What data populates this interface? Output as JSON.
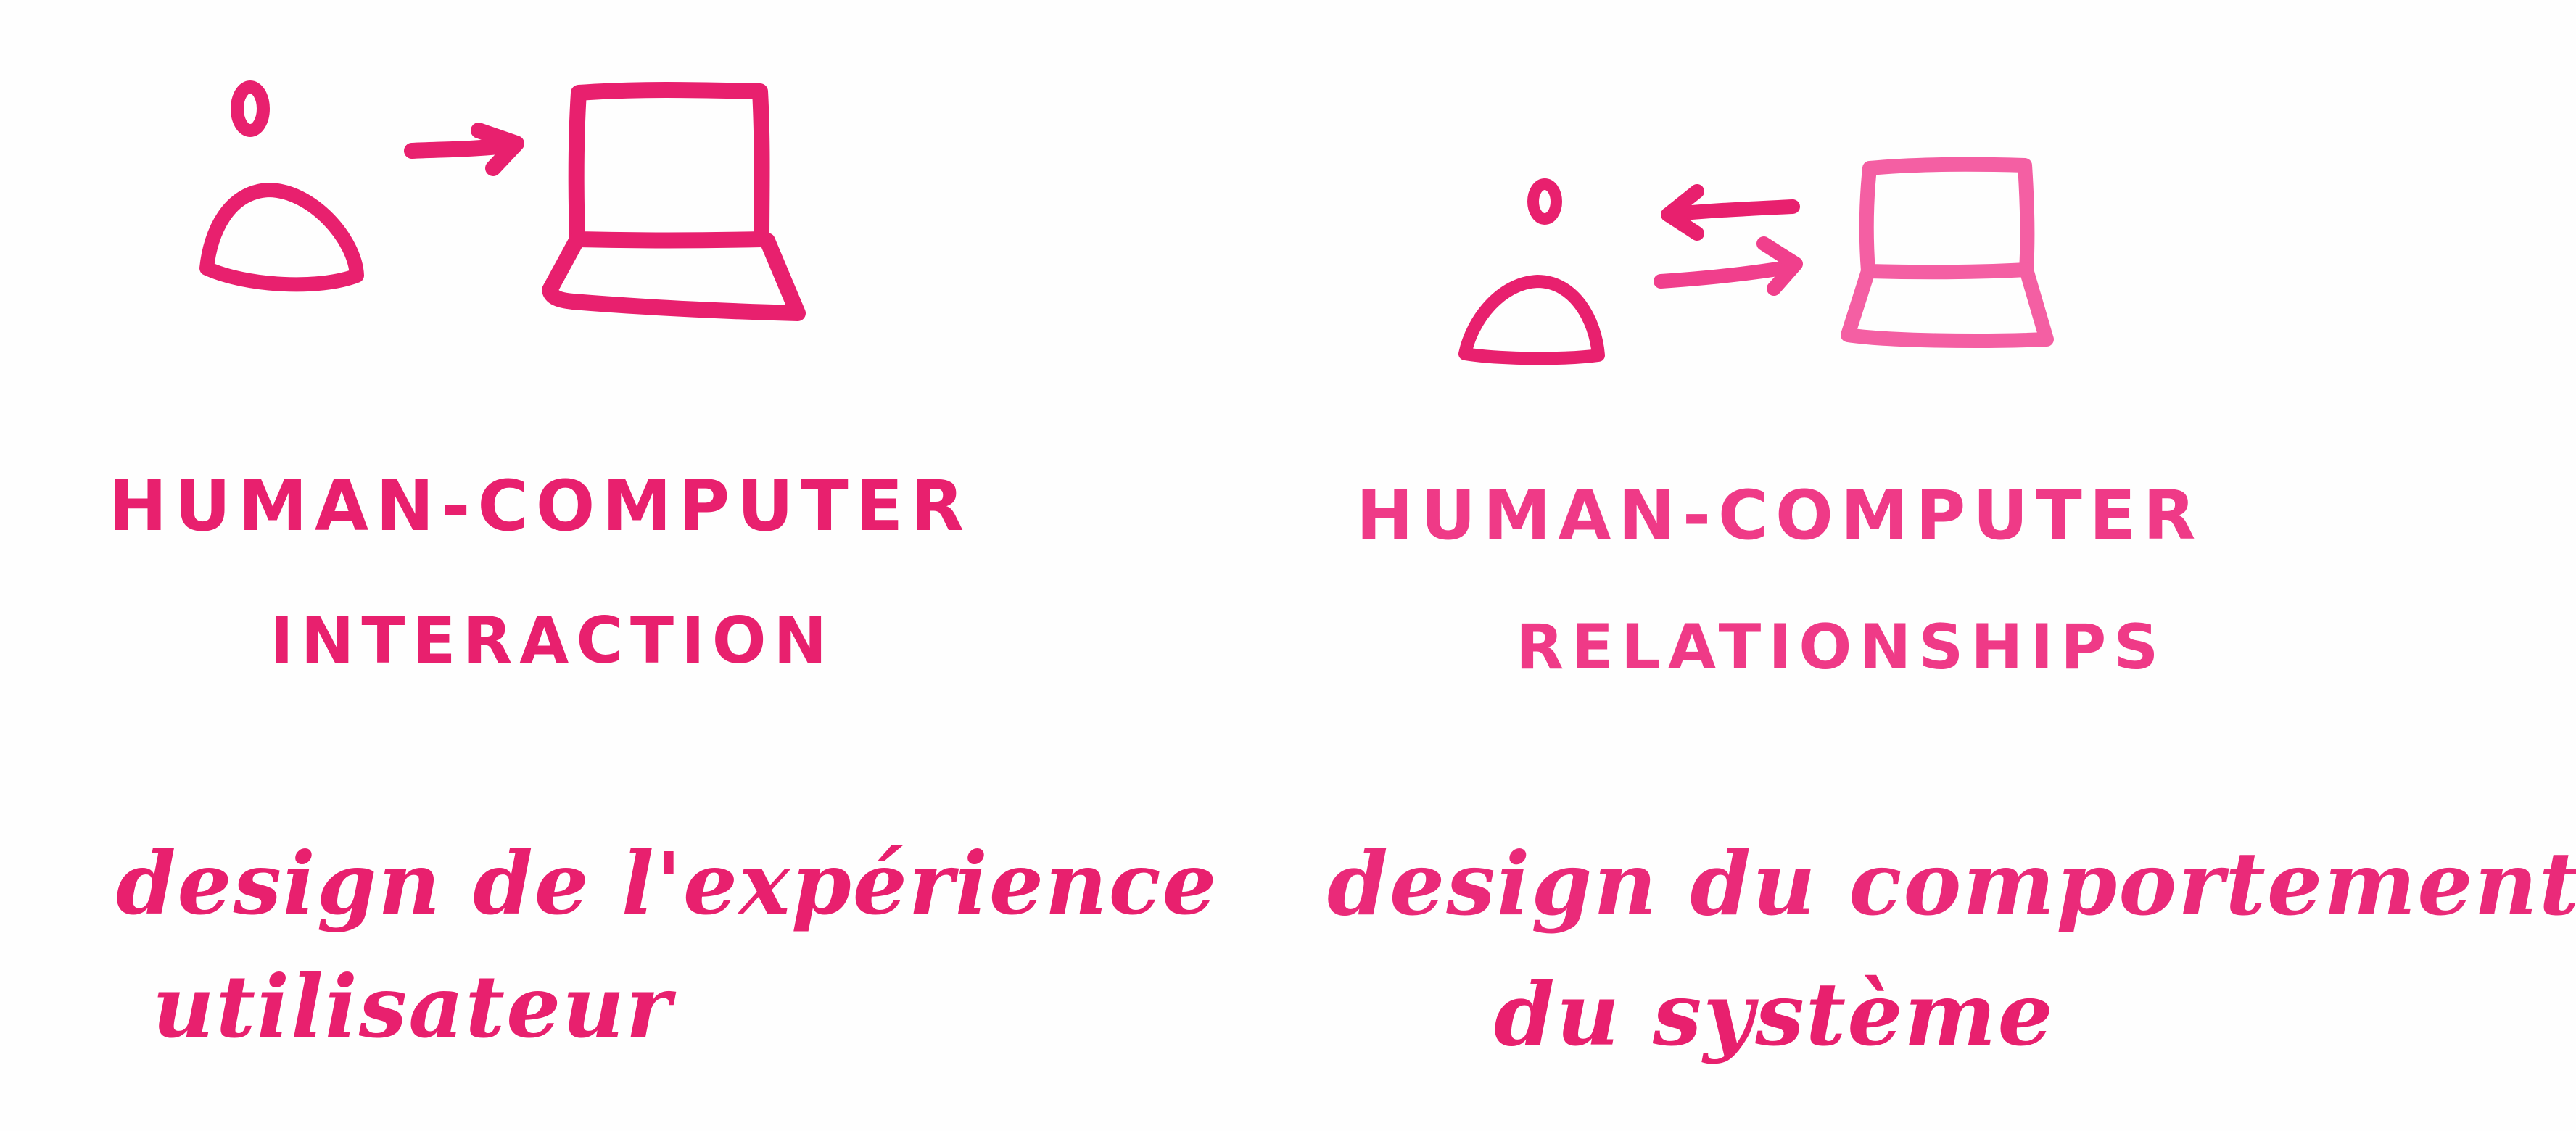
{
  "colors": {
    "ink_primary": "#e8206e",
    "ink_secondary": "#f03f8c",
    "ink_light": "#f45fa3",
    "background": "#fefefe"
  },
  "left_panel": {
    "icons": [
      "person-icon",
      "arrow-right-icon",
      "laptop-icon"
    ],
    "title_line1": "HUMAN-COMPUTER",
    "title_line2": "INTERACTION",
    "caption_line1": "design de l'expérience",
    "caption_line2": "utilisateur"
  },
  "right_panel": {
    "icons": [
      "person-icon",
      "arrow-left-icon",
      "arrow-right-icon",
      "laptop-icon"
    ],
    "title_line1": "HUMAN-COMPUTER",
    "title_line2": "RELATIONSHIPS",
    "caption_line1": "design du comportement",
    "caption_line2": "du système"
  }
}
